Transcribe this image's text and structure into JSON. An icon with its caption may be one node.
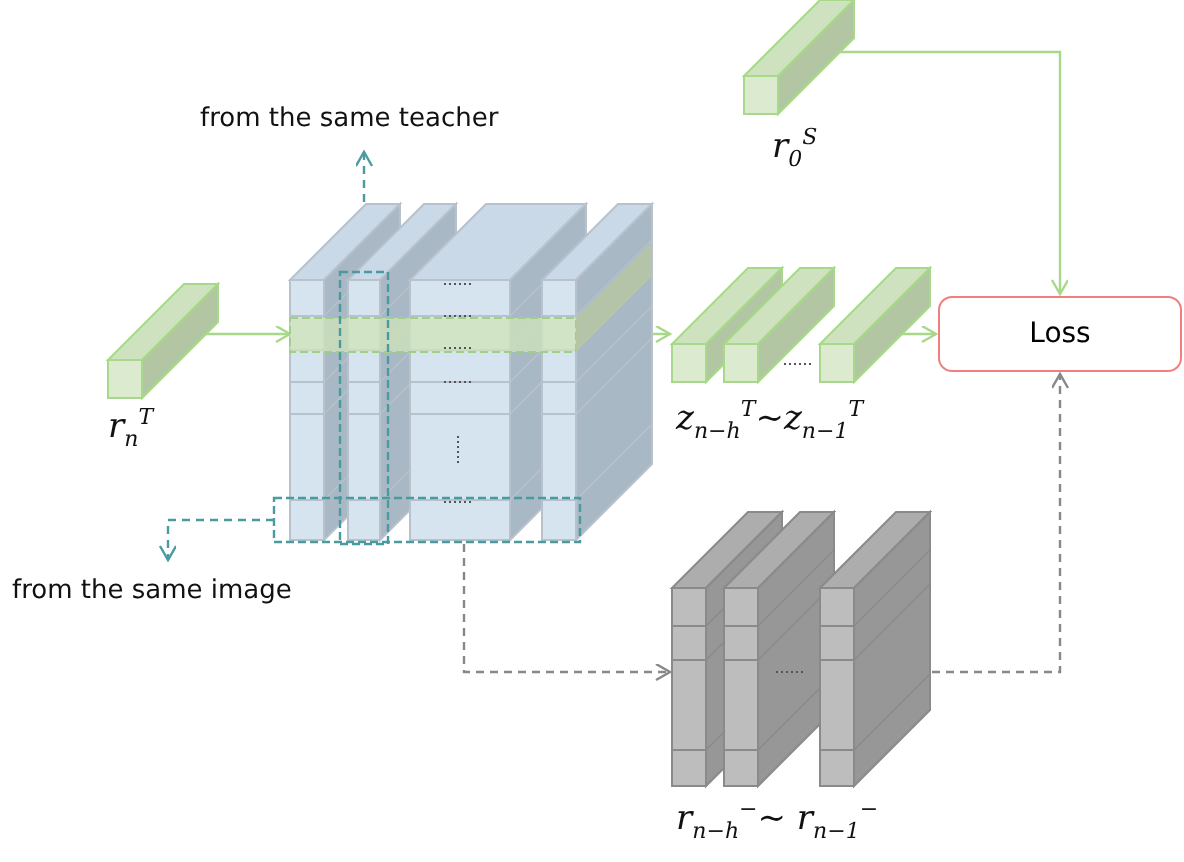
{
  "diagram": {
    "nodes": [
      {
        "text": [],
        "shape": "box"
      },
      {
        "text": [],
        "shape": "bar",
        "beside": [
          "r$_{n}$$^{T}$"
        ]
      },
      {
        "text": [],
        "shape": "bar",
        "beside": [
          "z$_{n−h}$$^{T}$~z$_{n−1}$$^{T}$"
        ]
      },
      {
        "text": [],
        "shape": "bar",
        "beside": [
          "r$_{0}$$^{S}$"
        ]
      },
      {
        "text": [
          "Loss"
        ]
      },
      {
        "text": [],
        "shape": "box",
        "beside": [
          "r$_{n−h}$$^{−}$~ r$_{n−1}$$^{−}$"
        ]
      },
      {
        "text": [
          "from the same teacher"
        ]
      },
      {
        "text": [
          "from the same image"
        ]
      }
    ],
    "edges": [
      {
        "from": 1,
        "to": 0,
        "arrow": "to"
      },
      {
        "from": 0,
        "to": 2,
        "arrow": "to"
      },
      {
        "from": 2,
        "to": 4,
        "arrow": "to"
      },
      {
        "from": 3,
        "to": 4,
        "arrow": "to"
      },
      {
        "from": 0,
        "to": 5,
        "arrow": "to",
        "style": "dashed",
        "color": "#888888"
      },
      {
        "from": 5,
        "to": 4,
        "arrow": "to",
        "style": "dashed",
        "color": "#888888"
      },
      {
        "from": 0,
        "to": 6,
        "arrow": "to",
        "style": "dashed",
        "color": "#4a9aa0"
      },
      {
        "from": 0,
        "to": 7,
        "arrow": "to",
        "style": "dashed",
        "color": "#4a9aa0"
      }
    ]
  }
}
